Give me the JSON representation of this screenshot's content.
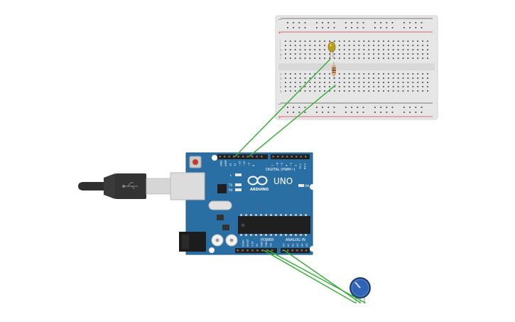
{
  "board": {
    "digital_label": "DIGITAL (PWM~)",
    "brand_text": "ARDUINO",
    "model_text": "UNO",
    "on_label": "ON",
    "l_label": "L",
    "tx_label": "TX",
    "rx_label": "RX",
    "power_label": "POWER",
    "analog_label": "ANALOG IN",
    "digital_pins": [
      "GND",
      "AREF",
      "13",
      "12",
      "~11",
      "~10",
      "~9",
      "8",
      "7",
      "~6",
      "~5",
      "4",
      "~3",
      "2",
      "TX 1",
      "RX 0"
    ],
    "power_pins": [
      "IOREF",
      "RESET",
      "3.3V",
      "5V",
      "GND",
      "GND",
      "Vin"
    ],
    "analog_pins": [
      "A0",
      "A1",
      "A2",
      "A3",
      "A4",
      "A5"
    ]
  },
  "breadboard": {
    "row_letters_top": [
      "j",
      "i",
      "h",
      "g",
      "f"
    ],
    "row_letters_bottom": [
      "e",
      "d",
      "c",
      "b",
      "a"
    ],
    "rail_minus": "−",
    "rail_plus": "+"
  },
  "colors": {
    "board": "#2a6fa3",
    "board_edge": "#1e5a88",
    "wire": "#3dae3d",
    "led": "#b5a020",
    "knob": "#2f64b8",
    "breadboard": "#e6e6e6",
    "rail_red": "#d9403a",
    "usb_cable": "#2e2e2e"
  }
}
